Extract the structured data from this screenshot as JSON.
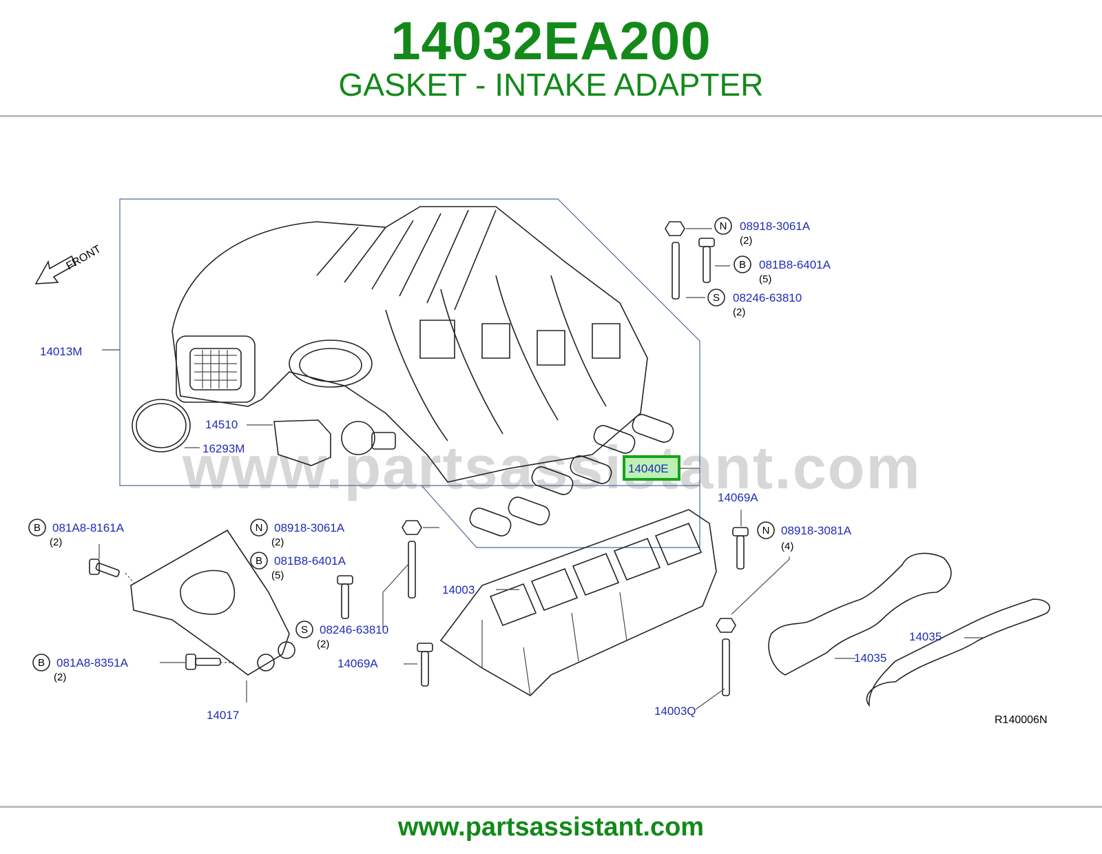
{
  "header": {
    "part_number": "14032EA200",
    "part_name": "GASKET - INTAKE ADAPTER"
  },
  "footer": {
    "url": "www.partsassistant.com"
  },
  "watermark": "www.partsassistant.com",
  "diagram": {
    "front_label": "FRONT",
    "reference_code": "R140006N",
    "highlight_color": "#16a41a",
    "labels": {
      "l14013M": "14013M",
      "l14510": "14510",
      "l16293M": "16293M",
      "l14040E": "14040E",
      "l14069A_top": "14069A",
      "l14003": "14003",
      "l14069A_bottom": "14069A",
      "l14017": "14017",
      "l14003Q": "14003Q",
      "l14035_a": "14035",
      "l14035_b": "14035"
    },
    "callouts": [
      {
        "letter": "N",
        "part": "08918-3061A",
        "qty": "(2)"
      },
      {
        "letter": "B",
        "part": "081B8-6401A",
        "qty": "(5)"
      },
      {
        "letter": "S",
        "part": "08246-63810",
        "qty": "(2)"
      },
      {
        "letter": "B",
        "part": "081A8-8161A",
        "qty": "(2)"
      },
      {
        "letter": "N",
        "part": "08918-3061A",
        "qty": "(2)"
      },
      {
        "letter": "B",
        "part": "081B8-6401A",
        "qty": "(5)"
      },
      {
        "letter": "S",
        "part": "08246-63810",
        "qty": "(2)"
      },
      {
        "letter": "B",
        "part": "081A8-8351A",
        "qty": "(2)"
      },
      {
        "letter": "N",
        "part": "08918-3081A",
        "qty": "(4)"
      }
    ]
  }
}
